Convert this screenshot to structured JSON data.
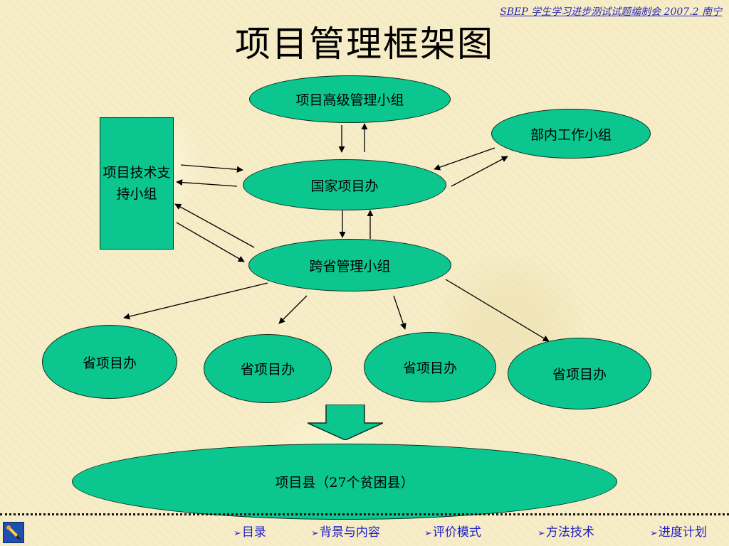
{
  "header": {
    "text": "SBEP  学生学习进步测试试题编制会  2007.2  南宁"
  },
  "title": "项目管理框架图",
  "nodes": {
    "senior_group": "项目高级管理小组",
    "dept_group": "部内工作小组",
    "tech_support": "项目技术支持小组",
    "national_office": "国家项目办",
    "cross_province": "跨省管理小组",
    "province_1": "省项目办",
    "province_2": "省项目办",
    "province_3": "省项目办",
    "province_4": "省项目办",
    "counties": "项目县（27个贫困县）"
  },
  "nav": {
    "items": [
      "目录",
      "背景与内容",
      "评价模式",
      "方法技术",
      "进度计划"
    ]
  },
  "colors": {
    "node_fill": "#0cc690",
    "header_text": "#2b2bb5",
    "nav_text": "#2020c8",
    "background": "#f6ecc6"
  },
  "icons": {
    "nav_icon": "pen-tool-icon",
    "nav_marker": "right-triangle-icon"
  }
}
